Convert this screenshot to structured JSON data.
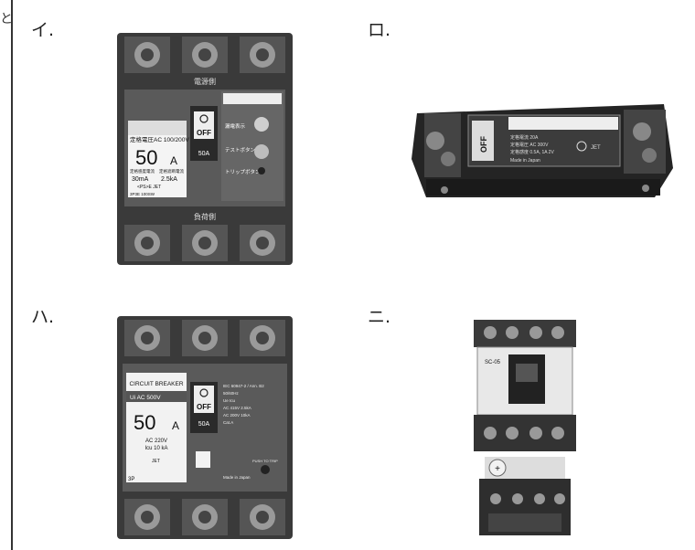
{
  "edge_char": "と",
  "choices": {
    "i": {
      "label": "イ."
    },
    "ro": {
      "label": "ロ."
    },
    "ha": {
      "label": "ハ."
    },
    "ni": {
      "label": "ニ."
    }
  },
  "breaker_i": {
    "top_label": "電源側",
    "bottom_label": "負荷側",
    "rating_voltage": "定格電圧AC 100/200V",
    "current": "50",
    "unit": "A",
    "sens_hdr": "定格感度電流",
    "break_hdr": "定格遮断電流",
    "sens": "30mA",
    "break": "2.5kA",
    "pse": "<PS>E JET",
    "model": "3P3E 100SW",
    "toggle": "OFF",
    "amp": "50A",
    "warn": "漏電表示",
    "test": "テストボタン",
    "trip": "トリップボタン"
  },
  "breaker_ro": {
    "toggle": "OFF",
    "spec1": "定格電流 20A",
    "spec2": "定格電圧 AC 300V",
    "spec3": "定格感度 0.5A, 1A 2V",
    "made": "Made in Japan",
    "jet": "JET"
  },
  "breaker_ha": {
    "title": "CIRCUIT BREAKER",
    "ui": "Ui   AC 500V",
    "current": "50",
    "unit": "A",
    "ac": "AC 220V",
    "icu": "Icu 10 kA",
    "std": "IEC 60947-2 / Ann. B2",
    "freq": "50/60Hz",
    "col1": "Ue     Icu",
    "row1": "AC 415V   2.5kA",
    "row2": "AC 200V   10kA",
    "cat": "Cat.A",
    "toggle": "OFF",
    "amp": "50A",
    "poles": "3P",
    "made": "Made in Japan",
    "push": "PUSH TO TRIP",
    "jet": "JET"
  },
  "contactor_ni": {
    "model": "SC-05"
  }
}
